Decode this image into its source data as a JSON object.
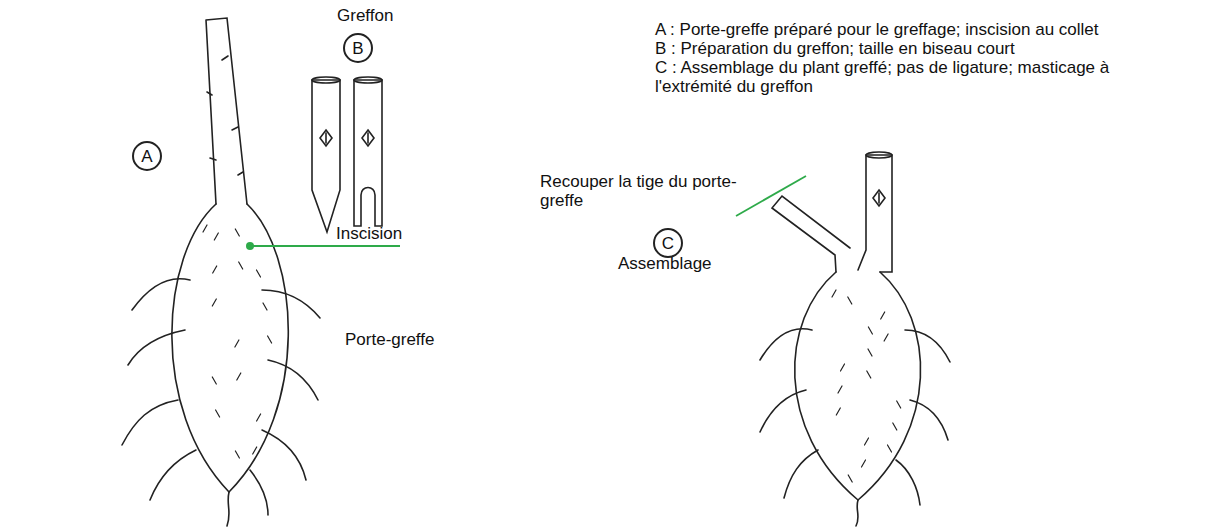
{
  "diagram": {
    "nodes": [
      {
        "text": [
          "A"
        ]
      },
      {
        "text": [
          "B"
        ]
      },
      {
        "text": [
          "C"
        ]
      }
    ],
    "labels": [
      "Greffon",
      "Inscision",
      "Porte-greffe",
      "Recouper la tige du porte-greffe",
      "Assemblage",
      "A : Porte-greffe préparé pour le greffage; inscision au collet",
      "B : Préparation du greffon; taille en biseau court",
      "C : Assemblage du plant greffé; pas de ligature; masticage à l'extrémité du greffon"
    ]
  }
}
